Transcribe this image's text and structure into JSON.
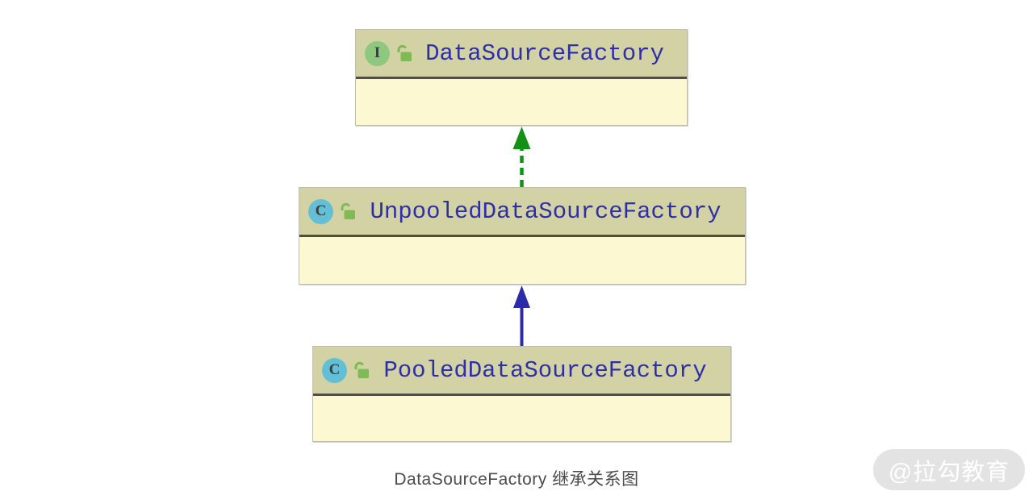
{
  "diagram": {
    "nodes": [
      {
        "id": "DataSourceFactory",
        "kind": "interface",
        "kind_letter": "I",
        "name": "DataSourceFactory"
      },
      {
        "id": "UnpooledDataSourceFactory",
        "kind": "class",
        "kind_letter": "C",
        "name": "UnpooledDataSourceFactory"
      },
      {
        "id": "PooledDataSourceFactory",
        "kind": "class",
        "kind_letter": "C",
        "name": "PooledDataSourceFactory"
      }
    ],
    "edges": [
      {
        "from": "UnpooledDataSourceFactory",
        "to": "DataSourceFactory",
        "type": "implements",
        "line_style": "dashed",
        "color": "#149114"
      },
      {
        "from": "PooledDataSourceFactory",
        "to": "UnpooledDataSourceFactory",
        "type": "extends",
        "line_style": "solid",
        "color": "#2b2baa"
      }
    ],
    "icons": {
      "interface_badge": "green-circle-letter-I",
      "class_badge": "teal-circle-letter-C",
      "visibility": "open-padlock-icon"
    }
  },
  "caption": "DataSourceFactory 继承关系图",
  "watermark": "@拉勾教育",
  "colors": {
    "node_header_bg": "#d2d2a4",
    "node_body_bg": "#fcf8d2",
    "node_separator": "#4e4e44",
    "node_border": "#bdbdb2",
    "title_text": "#2e2ea8",
    "interface_badge_bg": "#8ec87e",
    "class_badge_bg": "#63bfd6",
    "lock_green": "#7fba55",
    "implements_arrow": "#149114",
    "extends_arrow": "#2b2baa",
    "caption_text": "#4b4b4b",
    "watermark_bg": "#e3e3e3",
    "watermark_text": "#ffffff"
  }
}
